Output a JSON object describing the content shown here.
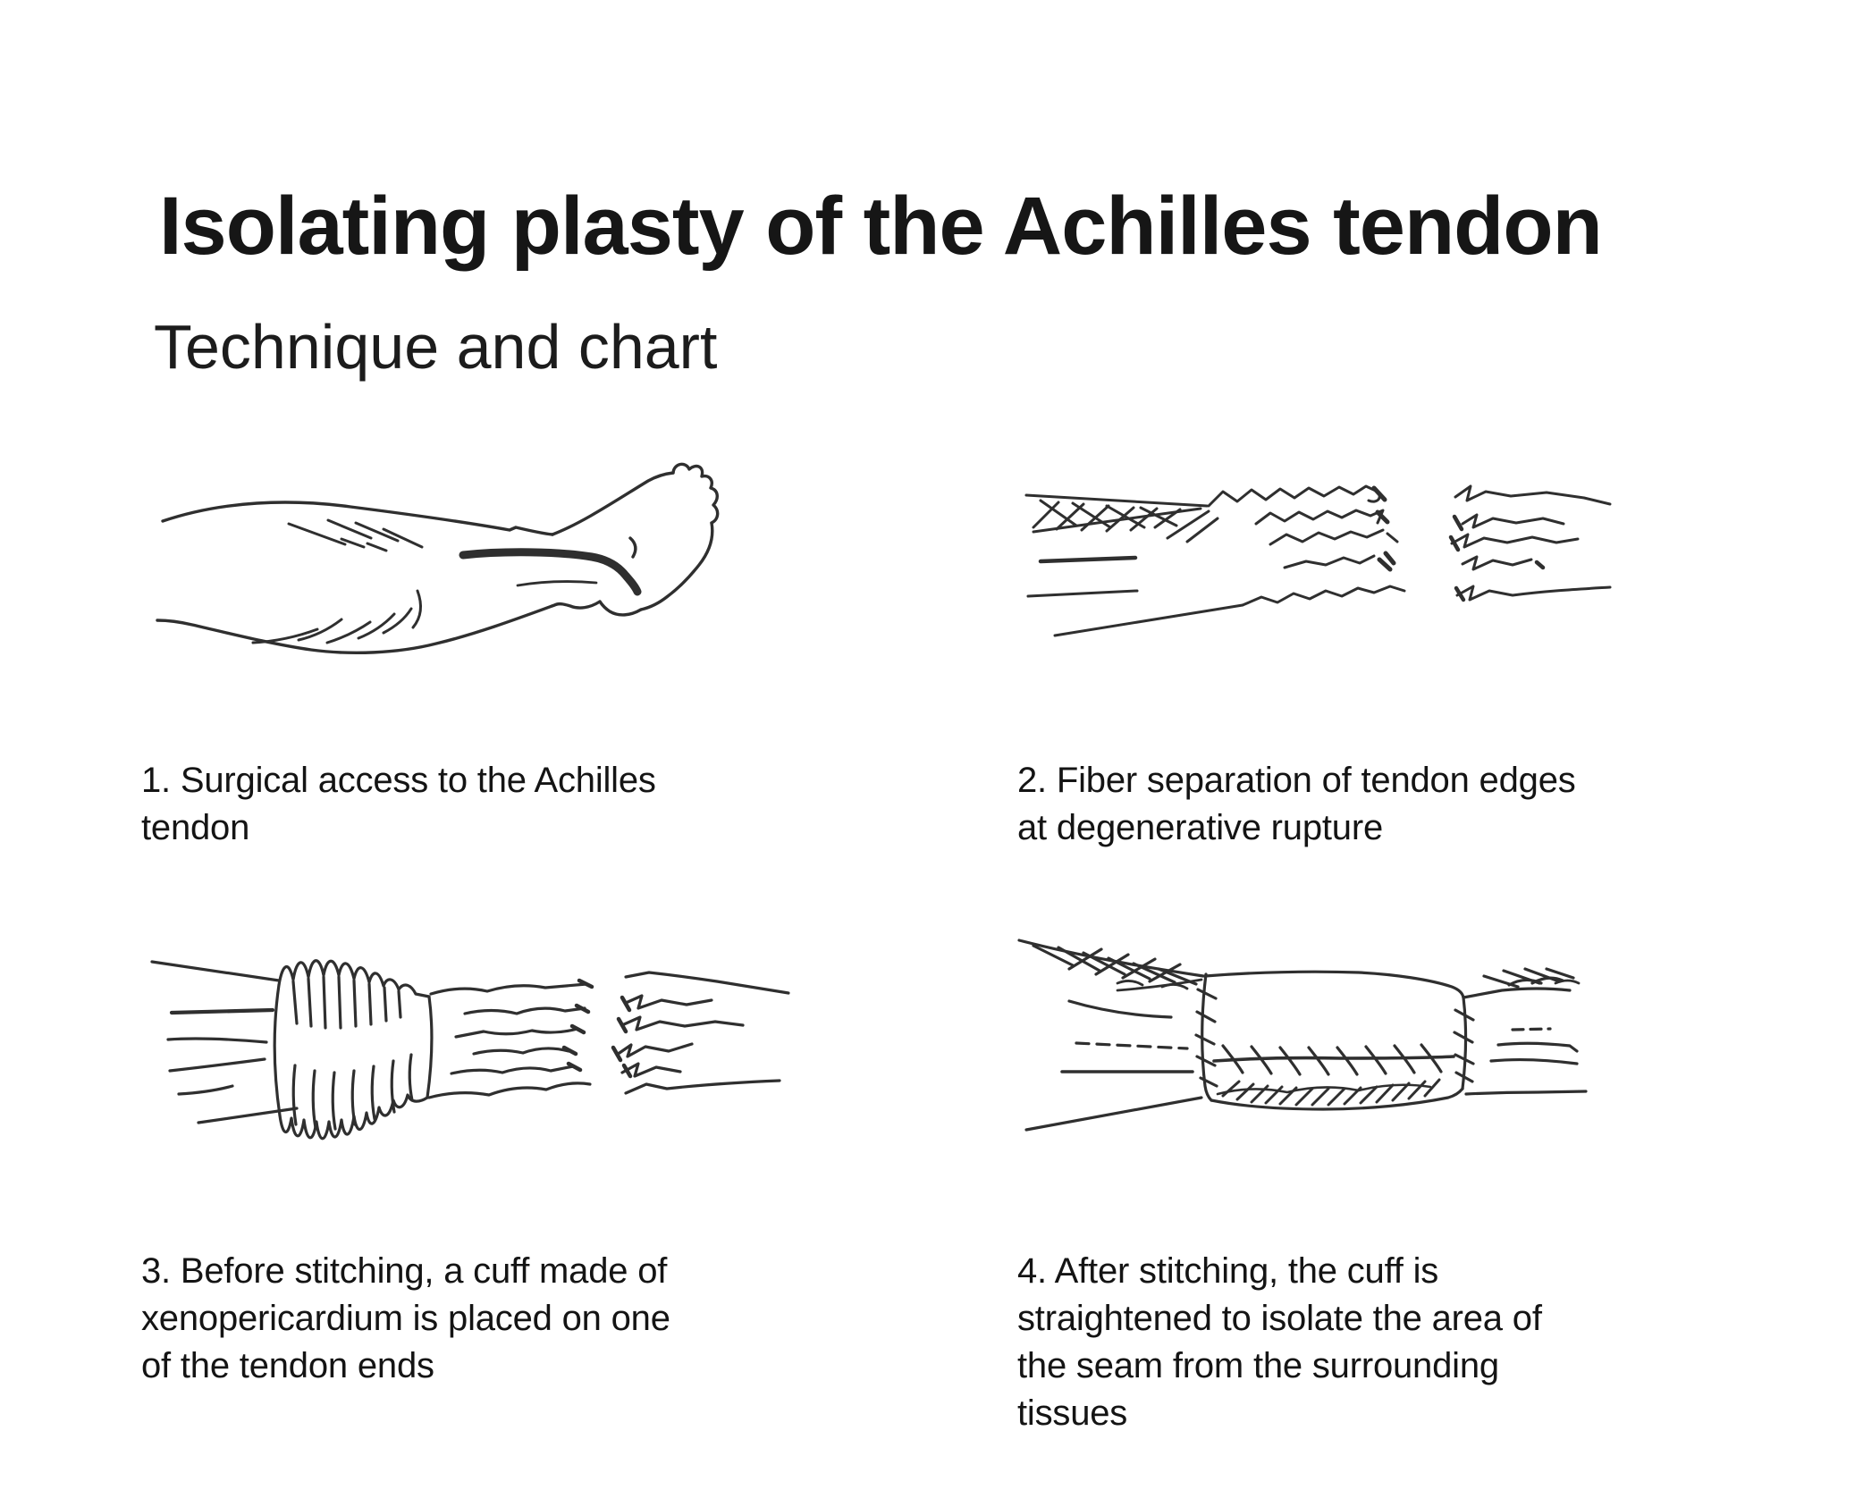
{
  "page": {
    "title": "Isolating plasty of the Achilles tendon",
    "subtitle": "Technique and chart",
    "background_color": "#ffffff",
    "text_color": "#161616",
    "line_art_color": "#2f2f2f"
  },
  "steps": [
    {
      "number": "1",
      "caption": "1. Surgical access to the Achilles tendon",
      "lines": [
        "1. Surgical access to the Achilles",
        "tendon"
      ],
      "illustration": "leg-with-surgical-incision"
    },
    {
      "number": "2",
      "caption": "2. Fiber separation of tendon edges at degenerative rupture",
      "lines": [
        "2. Fiber separation of tendon edges",
        "at degenerative rupture"
      ],
      "illustration": "ruptured-tendon-frayed-edges"
    },
    {
      "number": "3",
      "caption": "3. Before stitching, a cuff made of xenopericardium is placed on one of the tendon ends",
      "lines": [
        "3. Before stitching, a cuff made of",
        "xenopericardium is placed on one",
        "of the tendon ends"
      ],
      "illustration": "tendon-with-gathered-xenopericardium-cuff"
    },
    {
      "number": "4",
      "caption": "4. After stitching, the cuff is straightened to isolate the area of the seam from the surrounding tissues",
      "lines": [
        "4. After stitching, the cuff is",
        "straightened to isolate the area of",
        "the seam from the surrounding",
        "tissues"
      ],
      "illustration": "stitched-tendon-with-straightened-cuff"
    }
  ]
}
